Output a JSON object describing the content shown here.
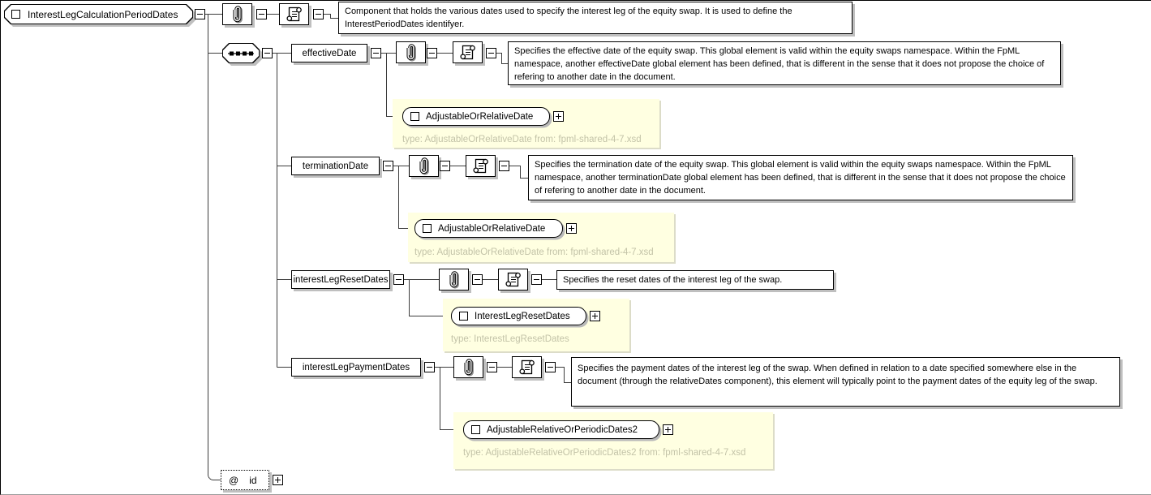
{
  "diagram": {
    "root": {
      "label": "InterestLegCalculationPeriodDates",
      "annotation": "Component that holds the various dates used to specify the interest leg of the equity swap. It is used to define the InterestPeriodDates identifyer."
    },
    "elements": [
      {
        "name": "effectiveDate",
        "annotation": "Specifies the effective date of the equity swap. This global element is valid within the equity swaps namespace. Within the FpML namespace, another effectiveDate global element has been defined, that is different in the sense that it does not propose the choice of refering to another date in the document.",
        "type_ref": {
          "label": "AdjustableOrRelativeDate",
          "caption": "type: AdjustableOrRelativeDate from: fpml-shared-4-7.xsd"
        }
      },
      {
        "name": "terminationDate",
        "annotation": "Specifies the termination date of the equity swap. This global element is valid within the equity swaps namespace. Within the FpML namespace, another terminationDate global element has been defined, that is different in the sense that it does not propose the choice of refering to another date in the document.",
        "type_ref": {
          "label": "AdjustableOrRelativeDate",
          "caption": "type: AdjustableOrRelativeDate from: fpml-shared-4-7.xsd"
        }
      },
      {
        "name": "interestLegResetDates",
        "annotation": "Specifies the reset dates of the interest leg of the swap.",
        "type_ref": {
          "label": "InterestLegResetDates",
          "caption": "type: InterestLegResetDates"
        }
      },
      {
        "name": "interestLegPaymentDates",
        "annotation": "Specifies the payment dates of the interest leg of the swap. When defined in relation to a date specified somewhere else in the document (through the relativeDates component), this element will typically point to the payment dates of the equity leg of the swap.",
        "type_ref": {
          "label": "AdjustableRelativeOrPeriodicDates2",
          "caption": "type: AdjustableRelativeOrPeriodicDates2 from: fpml-shared-4-7.xsd"
        }
      }
    ],
    "attribute": {
      "prefix": "@",
      "name": "id"
    },
    "icons": {
      "sequence": "sequence-compositor",
      "paperclip": "annotation-paperclip",
      "scroll": "documentation-scroll"
    },
    "colors": {
      "type_panel_bg": "#ffffe1",
      "type_caption_text": "#c3c3a8",
      "box_shadow": "#bfbfbf",
      "connector": "#3c3c3c"
    }
  }
}
